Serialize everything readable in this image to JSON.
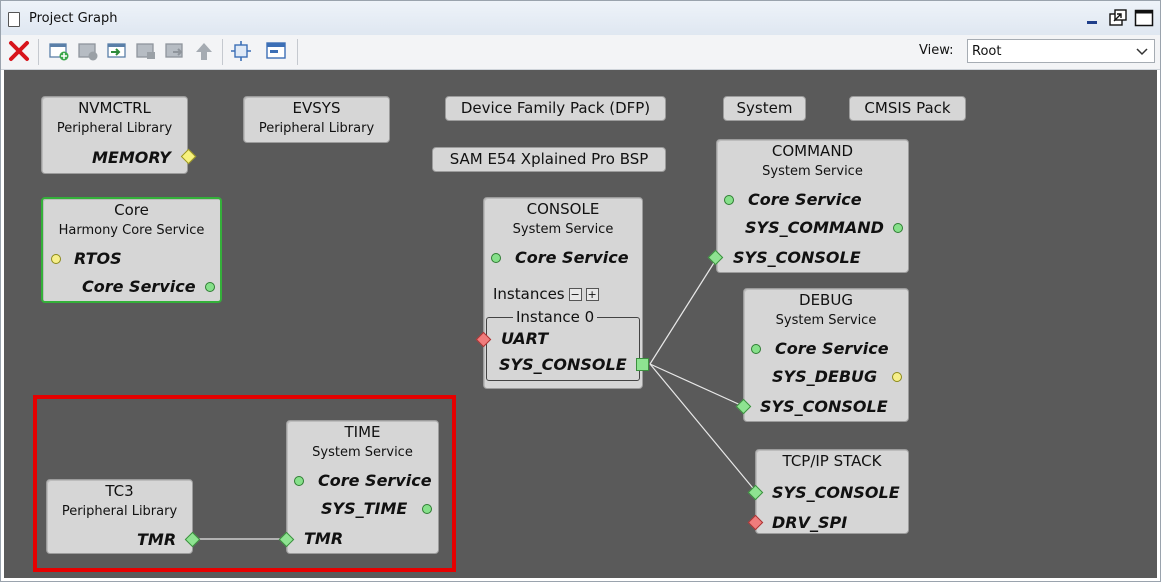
{
  "window": {
    "title": "Project Graph"
  },
  "toolbar": {
    "view_label": "View:",
    "view_value": "Root"
  },
  "pills": {
    "dfp": "Device Family Pack (DFP)",
    "system": "System",
    "cmsis": "CMSIS Pack",
    "bsp": "SAM E54 Xplained Pro BSP"
  },
  "nodes": {
    "nvmctrl": {
      "title": "NVMCTRL",
      "subtitle": "Peripheral Library",
      "caps": [
        "MEMORY"
      ]
    },
    "evsys": {
      "title": "EVSYS",
      "subtitle": "Peripheral Library"
    },
    "core": {
      "title": "Core",
      "subtitle": "Harmony Core Service",
      "caps": [
        "RTOS",
        "Core Service"
      ]
    },
    "console": {
      "title": "CONSOLE",
      "subtitle": "System Service",
      "caps": [
        "Core Service"
      ],
      "instances_label": "Instances",
      "instance_name": "Instance 0",
      "instance_caps": [
        "UART",
        "SYS_CONSOLE"
      ]
    },
    "command": {
      "title": "COMMAND",
      "subtitle": "System Service",
      "caps": [
        "Core Service",
        "SYS_COMMAND",
        "SYS_CONSOLE"
      ]
    },
    "debug": {
      "title": "DEBUG",
      "subtitle": "System Service",
      "caps": [
        "Core Service",
        "SYS_DEBUG",
        "SYS_CONSOLE"
      ]
    },
    "tcpip": {
      "title": "TCP/IP STACK",
      "caps": [
        "SYS_CONSOLE",
        "DRV_SPI"
      ]
    },
    "time": {
      "title": "TIME",
      "subtitle": "System Service",
      "caps": [
        "Core Service",
        "SYS_TIME",
        "TMR"
      ]
    },
    "tc3": {
      "title": "TC3",
      "subtitle": "Peripheral Library",
      "caps": [
        "TMR"
      ]
    }
  },
  "colors": {
    "canvas": "#5a5a5a",
    "node": "#d6d6d6",
    "selected_border": "#34b03a",
    "highlight": "#e60000"
  },
  "icons": [
    "delete-icon",
    "add-component-icon",
    "add-group-icon",
    "import-icon",
    "remove-icon",
    "export-icon",
    "up-arrow-icon",
    "fit-icon",
    "display-icon",
    "minimize-icon",
    "restore-icon",
    "maximize-icon"
  ]
}
